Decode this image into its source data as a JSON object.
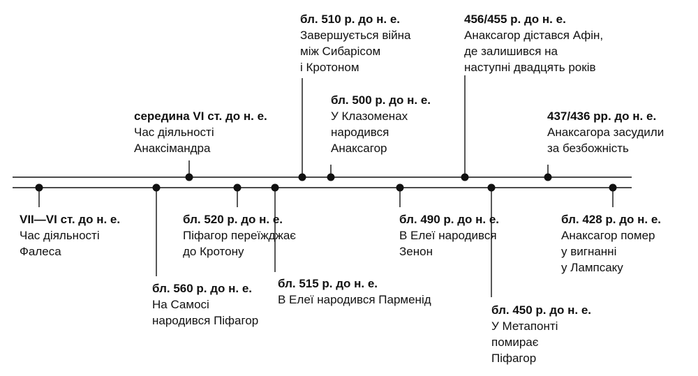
{
  "colors": {
    "ink": "#111111",
    "background": "#ffffff"
  },
  "events": [
    {
      "id": "vii-vi",
      "date": "VII—VI ст. до н. е.",
      "lines": [
        "Час діяльності",
        "Фалеса"
      ]
    },
    {
      "id": "560",
      "date": "бл. 560 р. до н. е.",
      "lines": [
        "На Самосі",
        "народився Піфагор"
      ]
    },
    {
      "id": "vi-mid",
      "date": "середина VI ст. до н. е.",
      "lines": [
        "Час діяльності",
        "Анаксімандра"
      ]
    },
    {
      "id": "520",
      "date": "бл. 520 р. до н. е.",
      "lines": [
        "Піфагор переїжджає",
        "до Кротону"
      ]
    },
    {
      "id": "515",
      "date": "бл. 515 р. до н. е.",
      "lines": [
        "В Елеї народився Парменід"
      ]
    },
    {
      "id": "510",
      "date": "бл. 510 р. до н. е.",
      "lines": [
        "Завершується війна",
        "між Сибарісом",
        "і Кротоном"
      ]
    },
    {
      "id": "500",
      "date": "бл. 500 р. до н. е.",
      "lines": [
        "У Клазоменах",
        "народився",
        "Анаксагор"
      ]
    },
    {
      "id": "490",
      "date": "бл. 490 р. до н. е.",
      "lines": [
        "В Елеї народився",
        "Зенон"
      ]
    },
    {
      "id": "456",
      "date": "456/455 р. до н. е.",
      "lines": [
        "Анаксагор дістався Афін,",
        "де залишився на",
        "наступні двадцять років"
      ]
    },
    {
      "id": "450",
      "date": "бл. 450 р. до н. е.",
      "lines": [
        "У Метапонті",
        "помирає",
        "Піфагор"
      ]
    },
    {
      "id": "437",
      "date": "437/436 рр. до н. е.",
      "lines": [
        "Анаксагора засудили",
        "за безбожність"
      ]
    },
    {
      "id": "428",
      "date": "бл. 428 р. до н. е.",
      "lines": [
        "Анаксагор помер",
        "у вигнанні",
        "у Лампсаку"
      ]
    }
  ]
}
